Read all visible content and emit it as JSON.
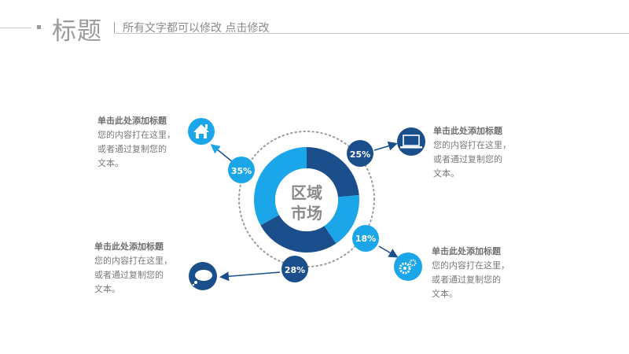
{
  "header": {
    "title": "标题",
    "subtitle": "所有文字都可以修改  点击修改"
  },
  "center": {
    "line1": "区域",
    "line2": "市场"
  },
  "colors": {
    "dark": "#1a4f8c",
    "light": "#1aa6e8",
    "text": "#7a7a7a"
  },
  "chart_data": {
    "type": "pie",
    "segments": [
      {
        "label": "25%",
        "value": 25,
        "color": "#1a4f8c"
      },
      {
        "label": "18%",
        "value": 18,
        "color": "#1aa6e8"
      },
      {
        "label": "28%",
        "value": 28,
        "color": "#1a4f8c"
      },
      {
        "label": "35%",
        "value": 35,
        "color": "#1aa6e8"
      }
    ]
  },
  "items": [
    {
      "icon": "home-icon",
      "title": "单击此处添加标题",
      "body": "您的内容打在这里，\n或者通过复制您的\n文本。"
    },
    {
      "icon": "laptop-icon",
      "title": "单击此处添加标题",
      "body": "您的内容打在这里，\n或者通过复制您的\n文本。"
    },
    {
      "icon": "chat-bubble-icon",
      "title": "单击此处添加标题",
      "body": "您的内容打在这里，\n或者通过复制您的\n文本。"
    },
    {
      "icon": "gears-icon",
      "title": "单击此处添加标题",
      "body": "您的内容打在这里，\n或者通过复制您的\n文本。"
    }
  ]
}
